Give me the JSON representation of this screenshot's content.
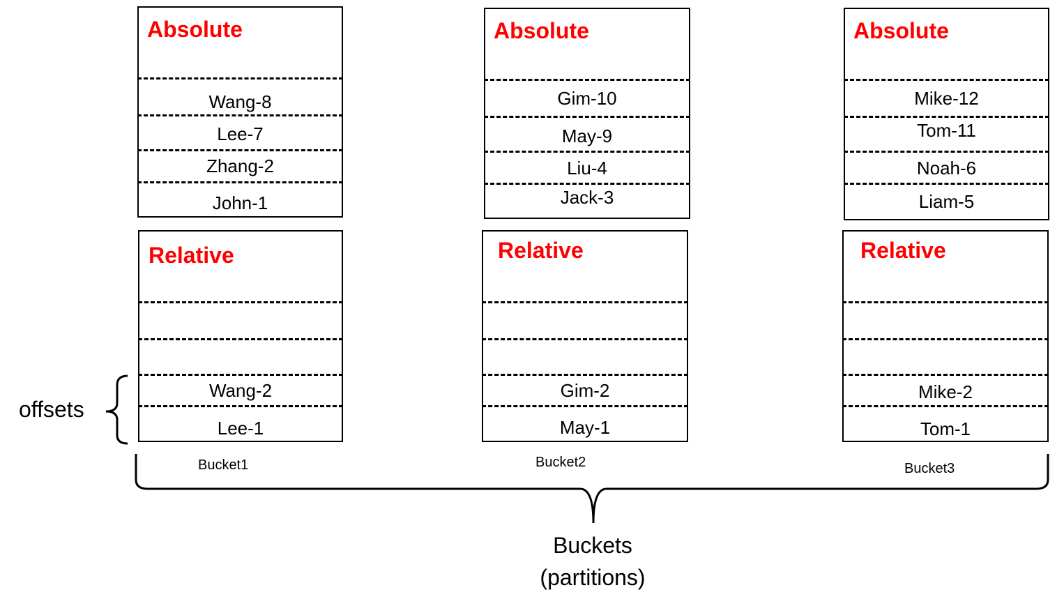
{
  "buckets": [
    {
      "label": "Bucket1",
      "absolute": {
        "heading": "Absolute",
        "entries": [
          "Wang-8",
          "Lee-7",
          "Zhang-2",
          "John-1"
        ]
      },
      "relative": {
        "heading": "Relative",
        "entries": [
          "",
          "",
          "Wang-2",
          "Lee-1"
        ]
      }
    },
    {
      "label": "Bucket2",
      "absolute": {
        "heading": "Absolute",
        "entries": [
          "Gim-10",
          "May-9",
          "Liu-4",
          "Jack-3"
        ]
      },
      "relative": {
        "heading": "Relative",
        "entries": [
          "",
          "",
          "Gim-2",
          "May-1"
        ]
      }
    },
    {
      "label": "Bucket3",
      "absolute": {
        "heading": "Absolute",
        "entries": [
          "Mike-12",
          "Tom-11",
          "Noah-6",
          "Liam-5"
        ]
      },
      "relative": {
        "heading": "Relative",
        "entries": [
          "",
          "",
          "Mike-2",
          "Tom-1"
        ]
      }
    }
  ],
  "offsets_label": "offsets",
  "buckets_title": {
    "line1": "Buckets",
    "line2": "(partitions)"
  },
  "colors": {
    "heading": "#ff0000",
    "stroke": "#000000"
  }
}
